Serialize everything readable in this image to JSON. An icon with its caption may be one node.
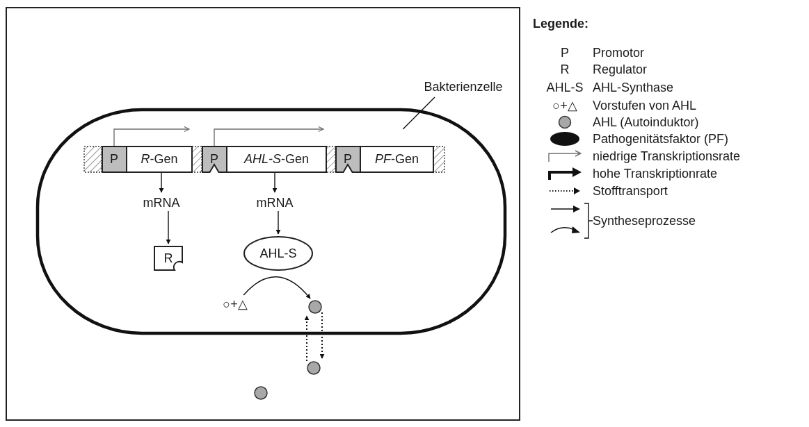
{
  "diagram": {
    "nodes": [
      {
        "text": [],
        "shape": "oval"
      },
      {
        "text": [
          "Bakterienzelle"
        ]
      },
      {
        "text": [
          "P"
        ],
        "in": 0
      },
      {
        "text": [
          "*R*-Gen"
        ],
        "in": 0
      },
      {
        "text": [
          "P"
        ],
        "in": 0
      },
      {
        "text": [
          "*AHL-S*-Gen"
        ],
        "in": 0
      },
      {
        "text": [
          "P"
        ],
        "in": 0
      },
      {
        "text": [
          "*PF*-Gen"
        ],
        "in": 0
      },
      {
        "text": [
          "mRNA"
        ],
        "in": 0
      },
      {
        "text": [
          "mRNA"
        ],
        "in": 0
      },
      {
        "text": [
          "R"
        ],
        "in": 0
      },
      {
        "text": [
          "AHL-S"
        ],
        "in": 0
      },
      {
        "text": [
          "○+△"
        ],
        "in": 0
      },
      {
        "text": [],
        "shape": "circle",
        "in": 0
      },
      {
        "text": [],
        "shape": "circle"
      },
      {
        "text": [],
        "shape": "circle"
      }
    ],
    "edges": [
      {
        "from": 2,
        "to": 3,
        "arrow": "to",
        "color": "#707070"
      },
      {
        "from": 4,
        "to": 5,
        "arrow": "to",
        "color": "#707070"
      },
      {
        "from": 3,
        "to": 8,
        "arrow": "to"
      },
      {
        "from": 8,
        "to": 10,
        "arrow": "to"
      },
      {
        "from": 5,
        "to": 9,
        "arrow": "to"
      },
      {
        "from": 9,
        "to": 11,
        "arrow": "to"
      },
      {
        "from": 12,
        "to": 13,
        "arrow": "to"
      },
      {
        "from": 14,
        "to": 13,
        "arrow": "to",
        "style": "dashed"
      },
      {
        "from": 13,
        "to": 14,
        "arrow": "to",
        "style": "dashed"
      },
      {
        "from": 1,
        "to": 0,
        "arrow": "none"
      }
    ],
    "labels": [
      "Legende:",
      "P",
      "R",
      "AHL-S",
      "○+△"
    ],
    "legend": [
      {
        "text": "Promotor"
      },
      {
        "text": "Regulator"
      },
      {
        "text": "AHL-Synthase"
      },
      {
        "text": "Vorstufen von AHL"
      },
      {
        "text": "AHL (Autoinduktor)"
      },
      {
        "text": "Pathogenitätsfaktor (PF)"
      },
      {
        "text": "niedrige Transkriptionsrate"
      },
      {
        "text": "hohe Transkriptionrate"
      },
      {
        "text": "Stofftransport"
      },
      {
        "text": "Syntheseprozesse"
      }
    ]
  }
}
